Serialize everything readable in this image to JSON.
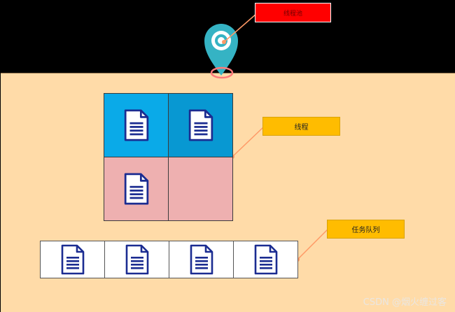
{
  "labels": {
    "main": "线程池",
    "thread": "线程",
    "queue": "任务队列"
  },
  "watermark": "CSDN @烟火缠过客",
  "grid": [
    {
      "filled": true,
      "color": "#0aaae8"
    },
    {
      "filled": true,
      "color": "#0898d2"
    },
    {
      "filled": true,
      "color": "#eeb0b0"
    },
    {
      "filled": false,
      "color": "#eeb0b0"
    }
  ],
  "queue_count": 4,
  "icons": {
    "document": "document-icon",
    "pin": "map-pin-icon"
  },
  "colors": {
    "background_top": "#000000",
    "area": "#ffdba8",
    "pin": "#35b3c4",
    "doc_stroke": "#1b2c91",
    "connector": "#ff9966"
  }
}
